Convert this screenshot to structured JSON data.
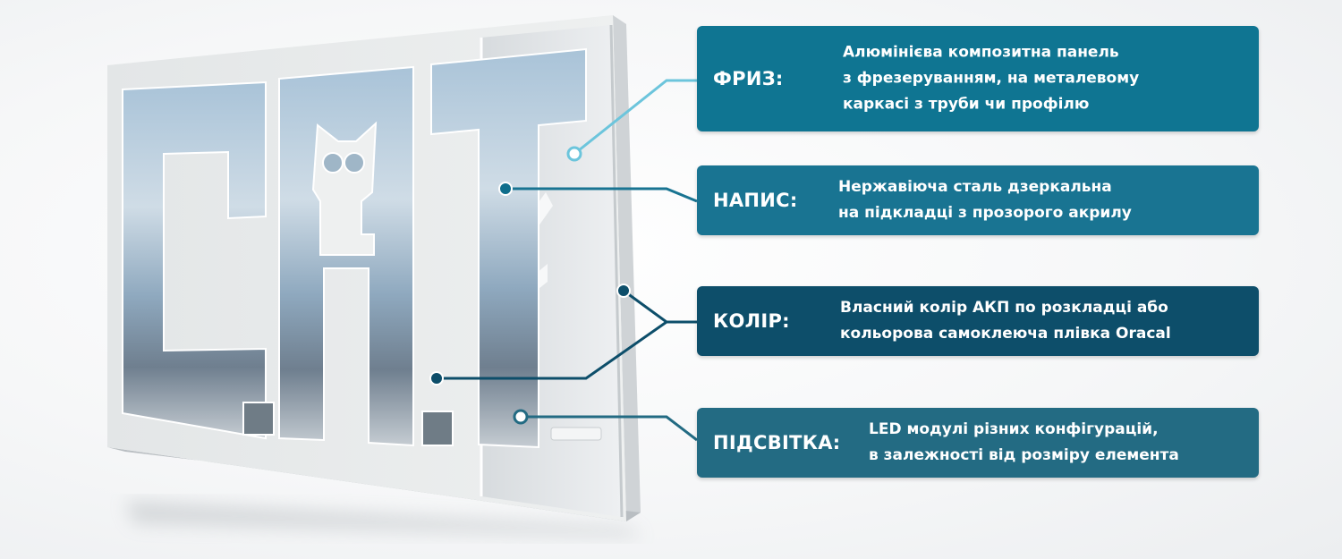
{
  "callouts": [
    {
      "label": "ФРИЗ:",
      "lines": [
        "Алюмінієва композитна панель",
        "з фрезеруванням, на металевому",
        "каркасі з труби чи профілю"
      ]
    },
    {
      "label": "НАПИС:",
      "lines": [
        "Нержавіюча сталь дзеркальна",
        "на підкладці з прозорого акрилу"
      ]
    },
    {
      "label": "КОЛІР:",
      "lines": [
        "Власний колір АКП по розкладці або",
        "кольорова самоклеюча плівка Oracal"
      ]
    },
    {
      "label": "ПІДСВІТКА:",
      "lines": [
        "LED модулі різних конфігурацій,",
        "в залежності від розміру елемента"
      ]
    }
  ],
  "colors": {
    "callout_1": "#0f7592",
    "callout_2": "#197492",
    "callout_3": "#0d4e6a",
    "callout_4": "#236b83",
    "leader_light": "#6cc5dc",
    "leader_dark": "#0d4e6a"
  }
}
